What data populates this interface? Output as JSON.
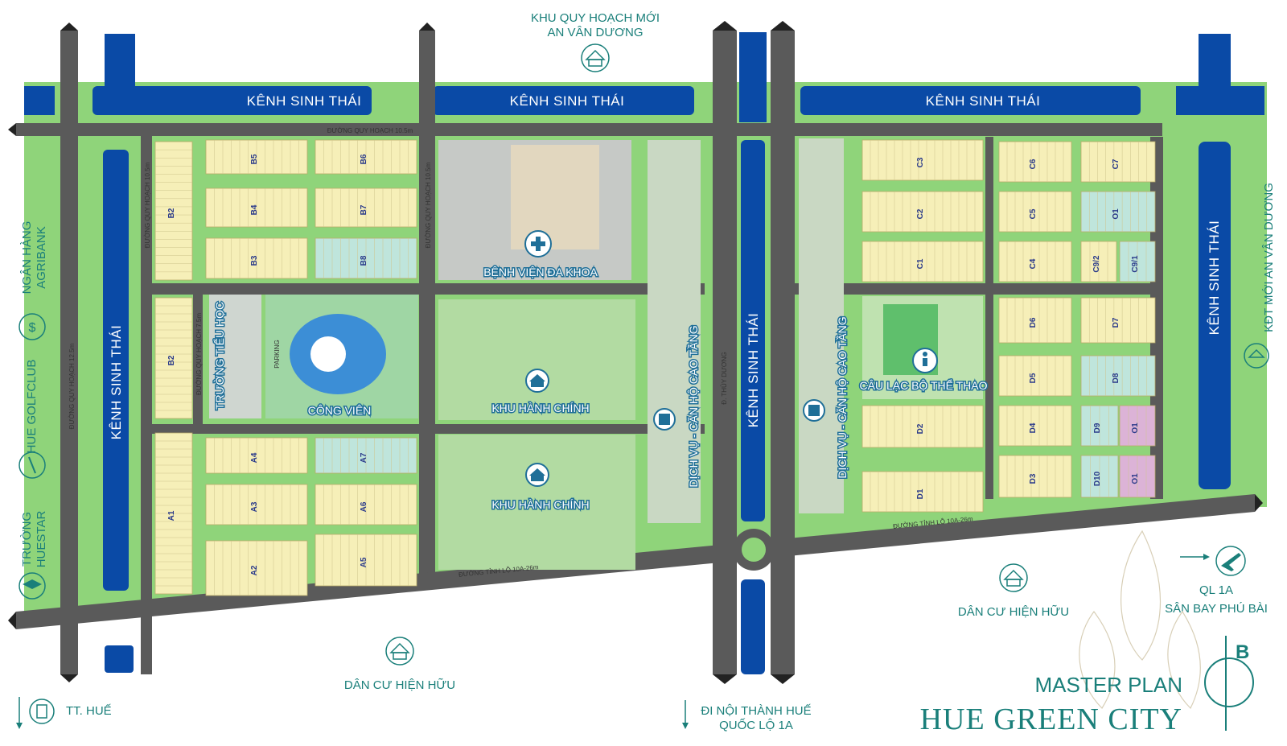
{
  "colors": {
    "grass": "#8fd47a",
    "canal": "#0a4aa6",
    "road": "#5a5a5a",
    "lot": "#f6efb8",
    "lot_teal": "#bfe5dc",
    "lot_pink": "#dcb3d7",
    "brand": "#1a7f7a"
  },
  "top_note": {
    "line1": "KHU QUY HOẠCH MỚI",
    "line2": "AN VÂN DƯƠNG"
  },
  "canals": {
    "top_left": "KÊNH SINH THÁI",
    "top_mid": "KÊNH SINH THÁI",
    "top_right": "KÊNH SINH THÁI",
    "left_vertical": "KÊNH SINH THÁI",
    "center_vertical": "KÊNH SINH THÁI",
    "right_vertical": "KÊNH SINH THÁI"
  },
  "roads": {
    "top": "ĐƯỜNG QUY HOẠCH 10.5m",
    "left": "ĐƯỜNG QUY HOẠCH 12.5m",
    "inner_left": "ĐƯỜNG QUY HOẠCH 10.5m",
    "inner_mid": "ĐƯỜNG QUY HOẠCH 10.5m",
    "school": "ĐƯỜNG QUY HOẠCH 7.5m",
    "parking": "PARKING",
    "thuy_duong": "Đ. THỦY DƯƠNG",
    "tl_left": "ĐƯỜNG TỈNH LỘ 10A-26m",
    "tl_right": "ĐƯỜNG TỈNH LỘ 10A-26m"
  },
  "facilities": {
    "hospital": "BỆNH VIỆN ĐA KHOA",
    "park": "CÔNG VIÊN",
    "school": "TRƯỜNG TIỂU HỌC",
    "admin1": "KHU HÀNH CHÍNH",
    "admin2": "KHU HÀNH CHÍNH",
    "apartments_left": "DỊCH VỤ - CĂN HỘ CAO TẦNG",
    "apartments_right": "DỊCH VỤ - CĂN HỘ CAO TẦNG",
    "club": "CÂU LẠC BỘ THỂ THAO"
  },
  "blocks": [
    {
      "code": "B5"
    },
    {
      "code": "B6"
    },
    {
      "code": "B4"
    },
    {
      "code": "B7"
    },
    {
      "code": "B3"
    },
    {
      "code": "B8"
    },
    {
      "code": "B2"
    },
    {
      "code": "B2"
    },
    {
      "code": "A4"
    },
    {
      "code": "A7"
    },
    {
      "code": "A3"
    },
    {
      "code": "A6"
    },
    {
      "code": "A2"
    },
    {
      "code": "A5"
    },
    {
      "code": "A1"
    },
    {
      "code": "C3"
    },
    {
      "code": "C2"
    },
    {
      "code": "C1"
    },
    {
      "code": "C6"
    },
    {
      "code": "C7"
    },
    {
      "code": "C5"
    },
    {
      "code": "O1"
    },
    {
      "code": "C4"
    },
    {
      "code": "C9/2"
    },
    {
      "code": "C9/1"
    },
    {
      "code": "D6"
    },
    {
      "code": "D7"
    },
    {
      "code": "D5"
    },
    {
      "code": "D8"
    },
    {
      "code": "D2"
    },
    {
      "code": "D4"
    },
    {
      "code": "D9"
    },
    {
      "code": "O1"
    },
    {
      "code": "D3"
    },
    {
      "code": "D10"
    },
    {
      "code": "O1"
    },
    {
      "code": "D1"
    }
  ],
  "left_legend": {
    "bank_line1": "NGÂN HÀNG",
    "bank_line2": "AGRIBANK",
    "golf": "HUE GOLFCLUB",
    "school_line1": "TRƯỜNG",
    "school_line2": "HUESTAR"
  },
  "right_legend": {
    "kdt": "KĐT MỚI AN VÂN DƯƠNG"
  },
  "bottom": {
    "residents_left": "DÂN CƯ HIỆN HỮU",
    "residents_right": "DÂN CƯ HIỆN HỮU",
    "tt_hue": "TT. HUẾ",
    "center_line1": "ĐI NỘI THÀNH HUẾ",
    "center_line2": "QUỐC LỘ 1A",
    "airport_line1": "QL 1A",
    "airport_line2": "SÂN BAY PHÚ BÀI"
  },
  "brand": {
    "master_plan": "MASTER PLAN",
    "name": "HUE GREEN CITY",
    "logo_letter": "B"
  }
}
